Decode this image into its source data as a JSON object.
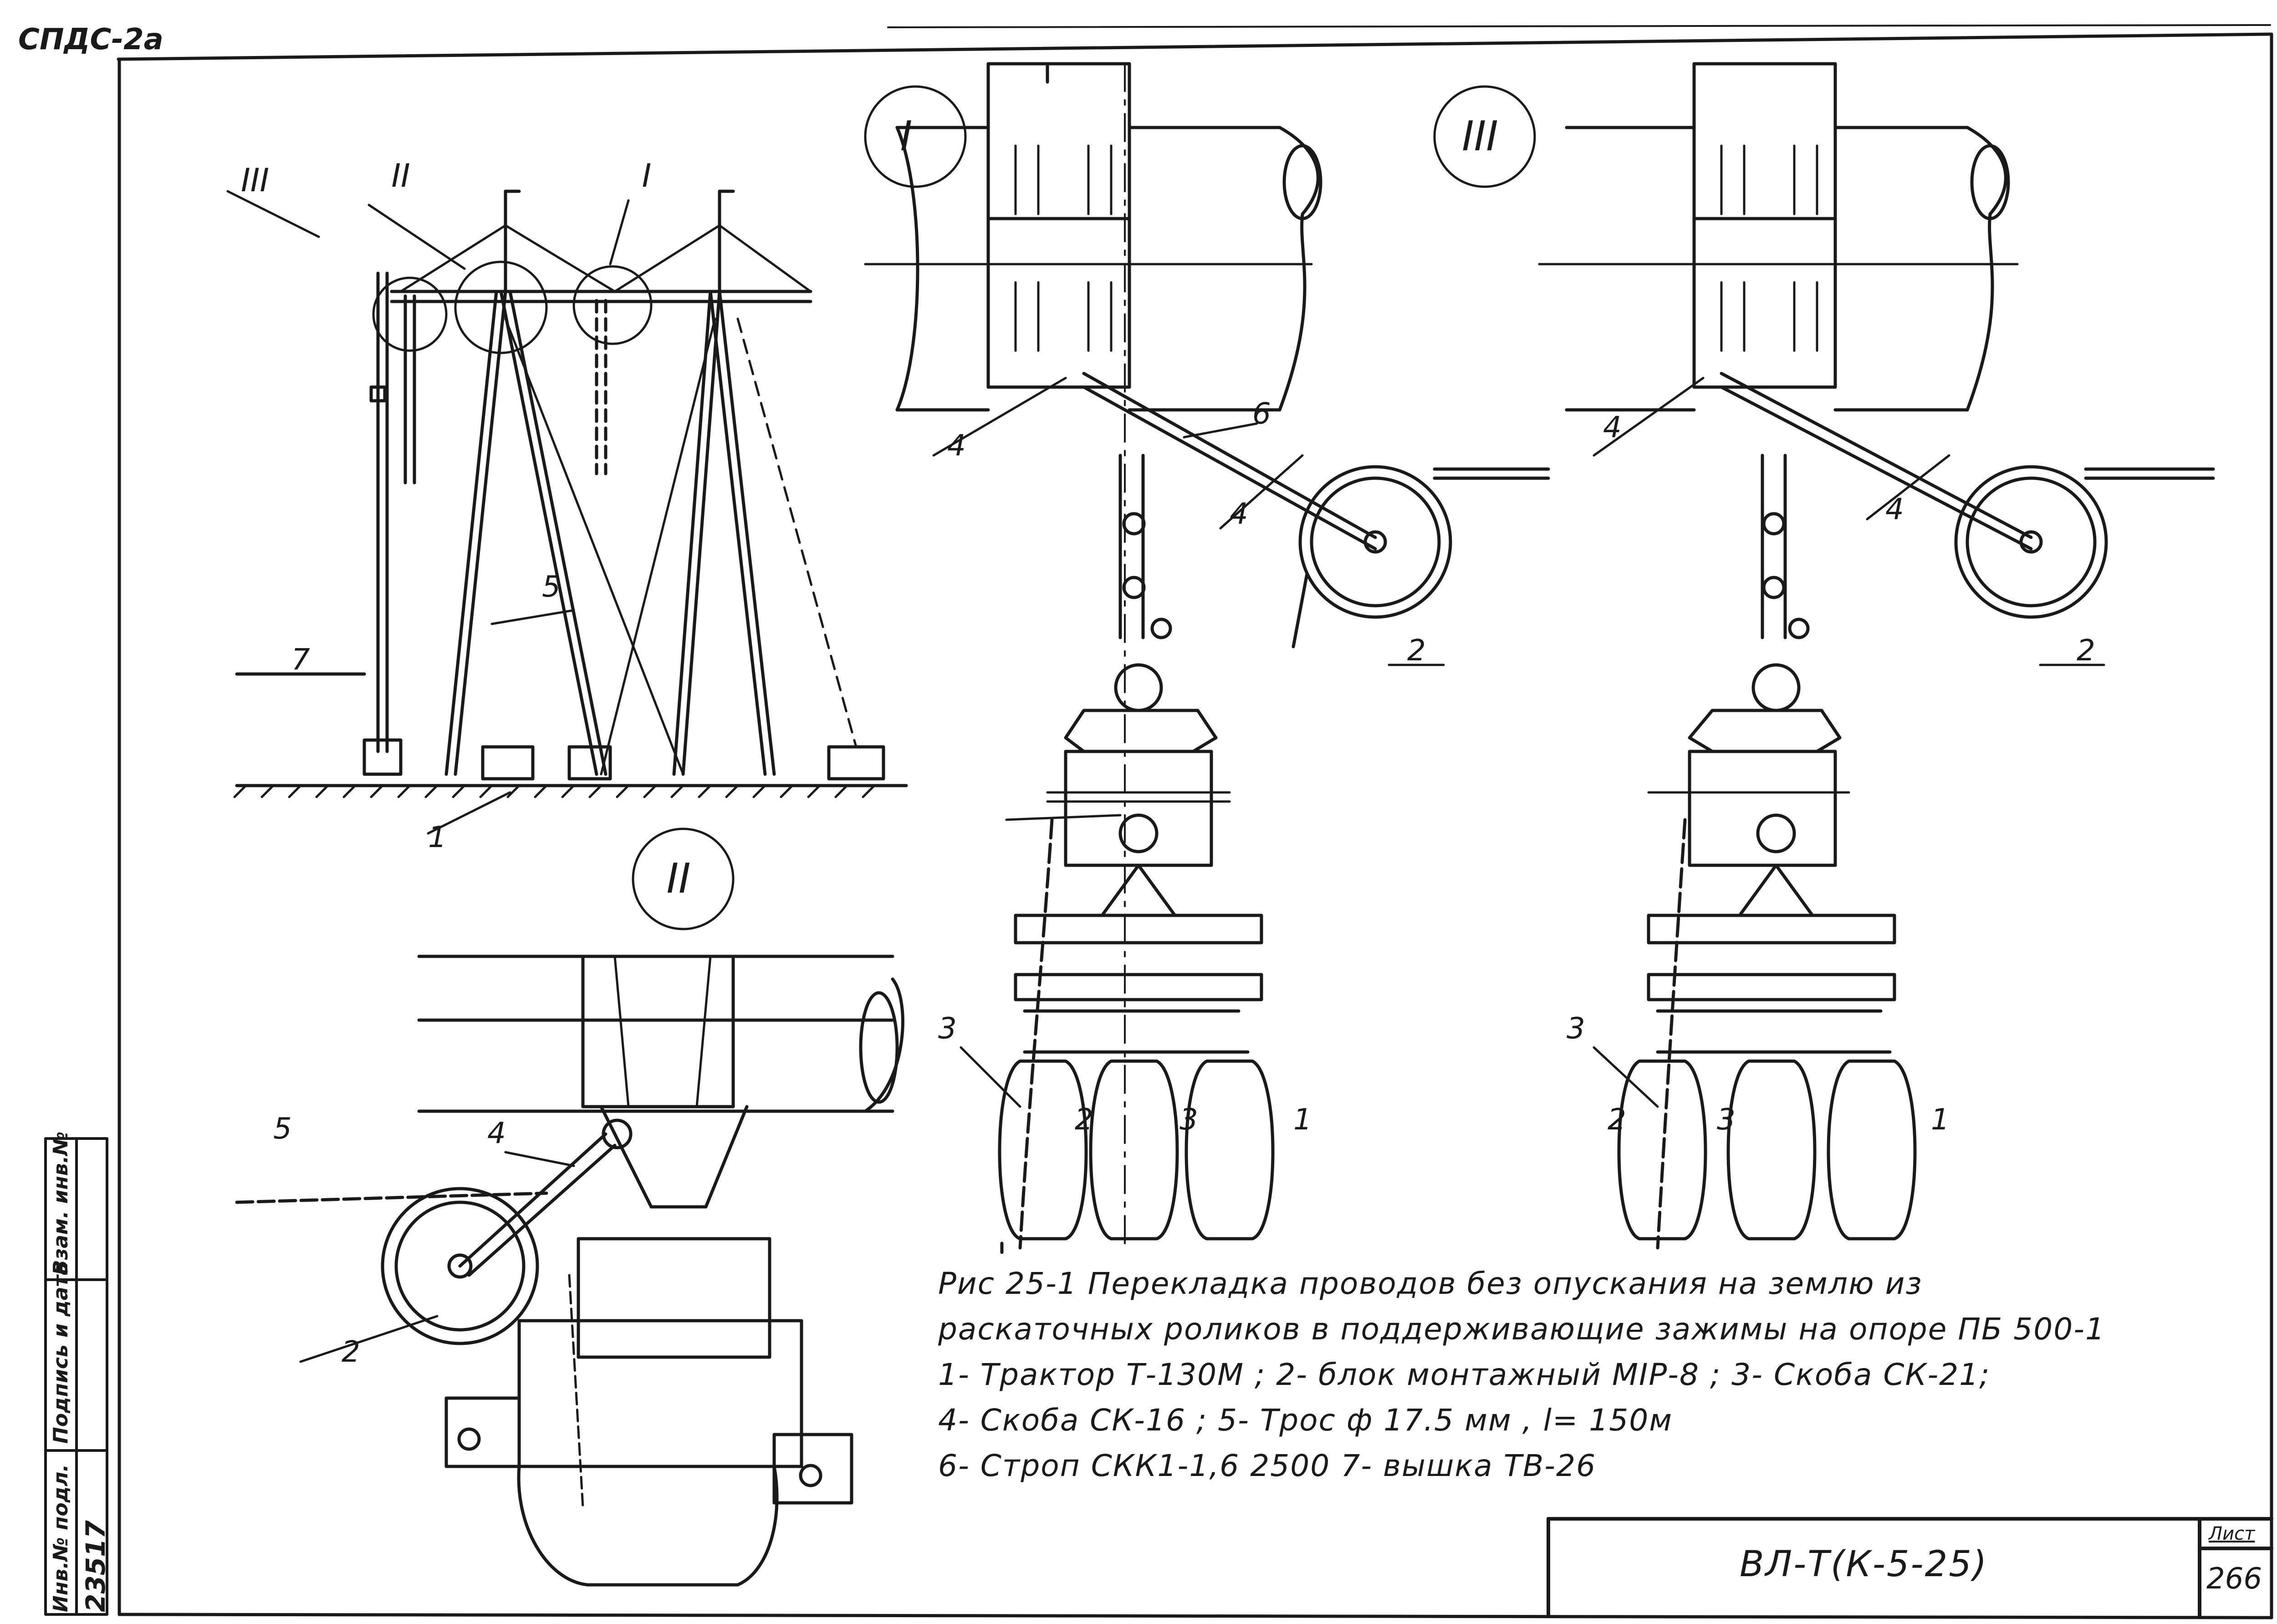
{
  "header": {
    "doc_code": "СПДС-2а"
  },
  "callouts": {
    "I": "I",
    "II": "II",
    "III": "III"
  },
  "numbers": [
    "1",
    "2",
    "3",
    "4",
    "5",
    "6",
    "7"
  ],
  "caption": {
    "line1": "Рис 25-1 Перекладка проводов без опускания на землю из",
    "line2": "раскаточных роликов в поддерживающие зажимы на опоре ПБ 500-1",
    "line3": "1- Трактор Т-130М ; 2- блок монтажный МІР-8 ; 3- Скоба СК-21;",
    "line4": "4- Скоба СК-16 ; 5- Трос ф 17.5 мм , l= 150м",
    "line5": "6- Строп СКК1-1,6 2500 7- вышка ТВ-26"
  },
  "title_block": {
    "designation": "ВЛ-Т(К-5-25)",
    "sheet_label": "Лист",
    "sheet_number": "266"
  },
  "side_stamp": {
    "inv_label": "Инв.№ подл.",
    "inv_number": "23517",
    "sign_label": "Подпись и дата",
    "repl_label": "Взам. инв.№"
  }
}
